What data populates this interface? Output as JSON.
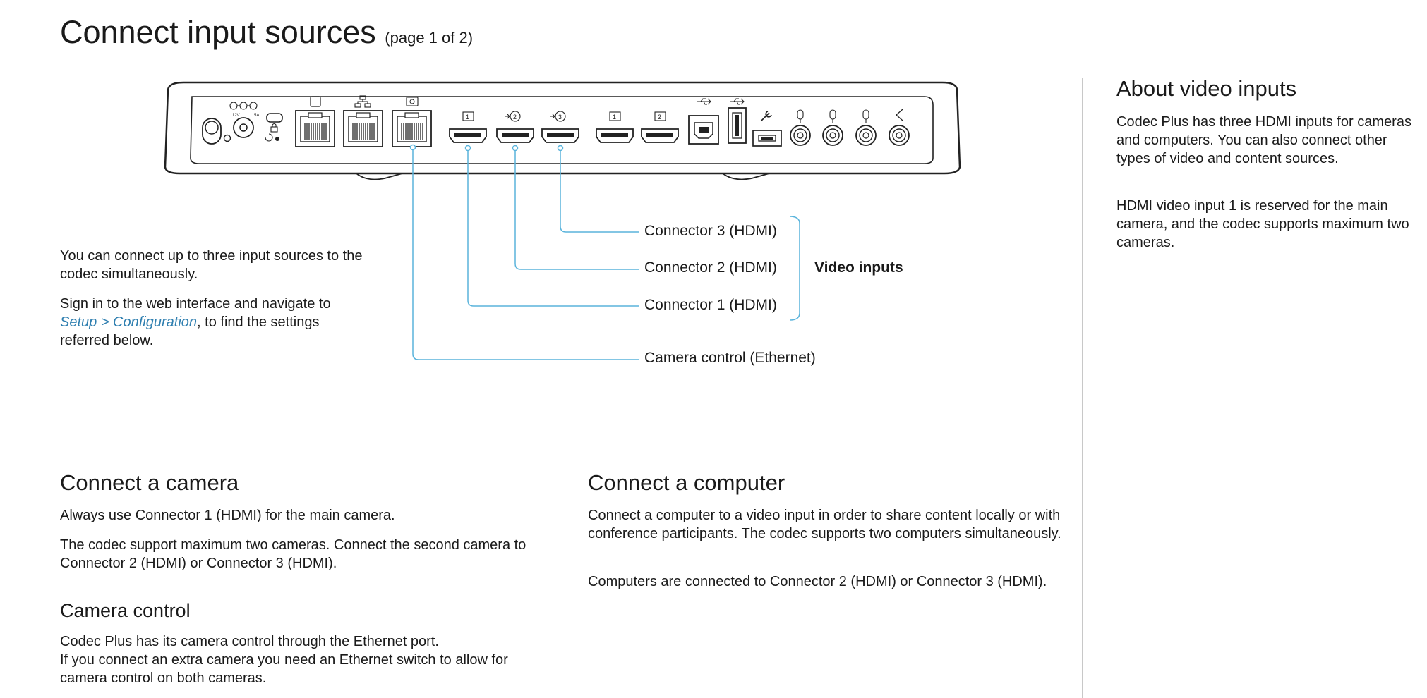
{
  "page": {
    "title": "Connect input sources",
    "title_suffix": "(page 1 of 2)"
  },
  "intro": {
    "para1": "You can connect up to three input sources to the codec simultaneously.",
    "para2_prefix": "Sign in to the web interface and navigate to ",
    "para2_link": "Setup > Configuration",
    "para2_suffix": ", to find the settings referred below."
  },
  "diagram": {
    "callouts": {
      "connector3": "Connector 3 (HDMI)",
      "connector2": "Connector 2 (HDMI)",
      "connector1": "Connector 1 (HDMI)",
      "camera_control": "Camera control (Ethernet)",
      "group_label": "Video inputs"
    },
    "port_labels": {
      "power": "12V",
      "current": "5A",
      "hdmi_in": [
        "1",
        "2",
        "3"
      ],
      "hdmi_out": [
        "1",
        "2"
      ]
    },
    "colors": {
      "leader": "#5ab4dc",
      "outline": "#222222"
    }
  },
  "sections": {
    "camera": {
      "heading": "Connect a camera",
      "p1": "Always use Connector 1 (HDMI) for the main camera.",
      "p2": "The codec support maximum two cameras. Connect the second camera to Connector 2 (HDMI) or Connector 3 (HDMI)."
    },
    "camera_control": {
      "heading": "Camera control",
      "p1": "Codec Plus has its camera control through the Ethernet port.",
      "p2": "If you connect an extra camera you need an Ethernet switch to allow for camera control on both cameras."
    },
    "computer": {
      "heading": "Connect a computer",
      "p1": "Connect a computer to a video input in order to share content locally or with conference participants. The codec supports two computers simultaneously.",
      "p2": "Computers are connected to Connector 2 (HDMI) or Connector 3 (HDMI)."
    },
    "about": {
      "heading": "About video inputs",
      "p1": "Codec Plus has three HDMI inputs for cameras and computers. You can also connect other types of video and content sources.",
      "p2": "HDMI video input 1 is reserved for the main camera, and the codec supports maximum two cameras."
    }
  }
}
